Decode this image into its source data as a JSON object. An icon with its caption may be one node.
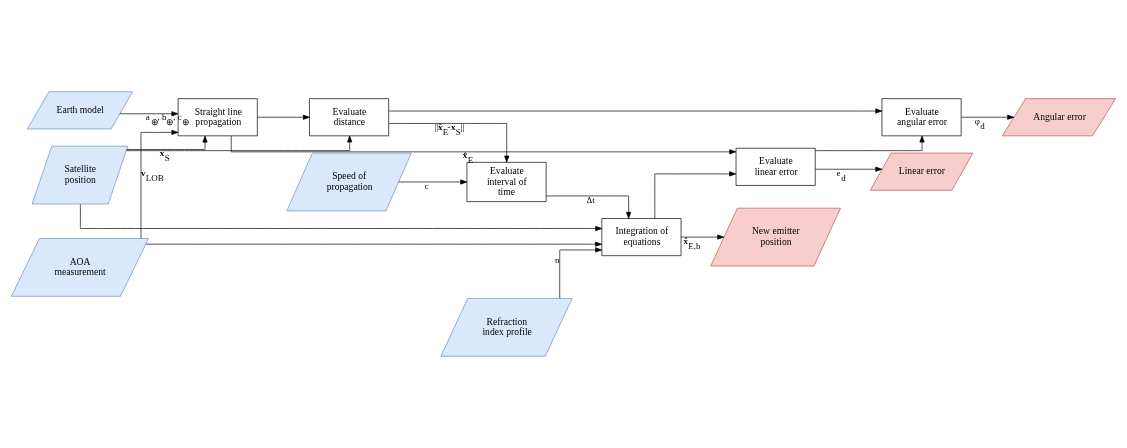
{
  "diagram": {
    "nodes": [
      {
        "text": [
          "AOA measurement"
        ]
      },
      {
        "text": [
          "Earth model"
        ]
      },
      {
        "text": [
          "Satellite position"
        ]
      },
      {
        "text": [
          "Straight line propagation"
        ]
      },
      {
        "text": [
          "Evaluate linear error"
        ]
      },
      {
        "text": [
          "Integration of equations"
        ]
      },
      {
        "text": [
          "Evaluate distance"
        ]
      },
      {
        "text": [
          "Evaluate interval of time"
        ]
      },
      {
        "text": [
          "Evaluate angular error"
        ]
      },
      {
        "text": [
          "Linear error"
        ]
      },
      {
        "text": [
          "New emitter position"
        ]
      },
      {
        "text": [
          "Angular error"
        ]
      },
      {
        "text": [
          "Speed of propagation"
        ]
      },
      {
        "text": [
          "Refraction index profile"
        ]
      }
    ],
    "edges": [
      {
        "from": 0,
        "to": 3,
        "arrow": "to",
        "label": "**v**$_{LOB}$"
      },
      {
        "from": 0,
        "to": 5,
        "arrow": "to"
      },
      {
        "from": 1,
        "to": 3,
        "arrow": "to",
        "label": "a$_{⊕}$, b$_{⊕}$, c$_{⊕}$"
      },
      {
        "from": 2,
        "to": 3,
        "arrow": "to",
        "label": "**x**$_{S}$"
      },
      {
        "from": 2,
        "to": 5,
        "arrow": "to"
      },
      {
        "from": 2,
        "to": 6,
        "arrow": "to"
      },
      {
        "from": 3,
        "to": 4,
        "arrow": "to",
        "label": "**x̂**$_{E}$"
      },
      {
        "from": 3,
        "to": 6,
        "arrow": "to"
      },
      {
        "from": 5,
        "to": 4,
        "arrow": "to"
      },
      {
        "from": 5,
        "to": 10,
        "arrow": "to",
        "label": "**x̂**$_{E,b}$"
      },
      {
        "from": 4,
        "to": 9,
        "arrow": "to",
        "label": "e$_{d}$"
      },
      {
        "from": 4,
        "to": 8,
        "arrow": "to"
      },
      {
        "from": 6,
        "to": 7,
        "arrow": "to",
        "label": "||**x̂**$_{E}$-**x**$_{S}$||"
      },
      {
        "from": 6,
        "to": 8,
        "arrow": "to"
      },
      {
        "from": 12,
        "to": 7,
        "arrow": "to",
        "label": "c"
      },
      {
        "from": 7,
        "to": 5,
        "arrow": "to",
        "label": "Δt"
      },
      {
        "from": 13,
        "to": 5,
        "arrow": "to",
        "label": "n"
      },
      {
        "from": 8,
        "to": 11,
        "arrow": "to",
        "label": "φ$_{d}$"
      }
    ]
  }
}
